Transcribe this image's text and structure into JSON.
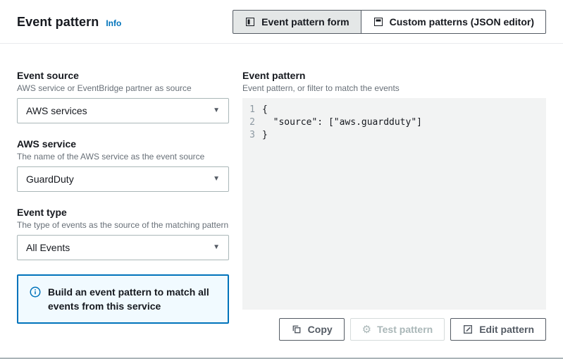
{
  "colors": {
    "accent": "#0073bb",
    "info_background": "#f1faff"
  },
  "header": {
    "title": "Event pattern",
    "info_label": "Info"
  },
  "toggle": {
    "options": [
      {
        "label": "Event pattern form",
        "icon": "form-view-icon",
        "selected": true
      },
      {
        "label": "Custom patterns (JSON editor)",
        "icon": "json-editor-icon",
        "selected": false
      }
    ]
  },
  "form": {
    "event_source": {
      "label": "Event source",
      "description": "AWS service or EventBridge partner as source",
      "value": "AWS services"
    },
    "aws_service": {
      "label": "AWS service",
      "description": "The name of the AWS service as the event source",
      "value": "GuardDuty"
    },
    "event_type": {
      "label": "Event type",
      "description": "The type of events as the source of the matching pattern",
      "value": "All Events"
    },
    "info_box": {
      "icon": "info-circle-icon",
      "text": "Build an event pattern to match all events from this service"
    }
  },
  "pattern": {
    "label": "Event pattern",
    "description": "Event pattern, or filter to match the events",
    "editor": {
      "line_numbers": [
        "1",
        "2",
        "3"
      ],
      "line1": "{",
      "line2_indent": "  ",
      "line2_key": "\"source\"",
      "line2_colon": ": ",
      "line2_value": "[\"aws.guardduty\"]",
      "line3": "}"
    },
    "buttons": [
      {
        "label": "Copy",
        "icon": "copy-icon",
        "disabled": false
      },
      {
        "label": "Test pattern",
        "icon": "gear-icon",
        "disabled": true
      },
      {
        "label": "Edit pattern",
        "icon": "edit-icon",
        "disabled": false
      }
    ]
  }
}
